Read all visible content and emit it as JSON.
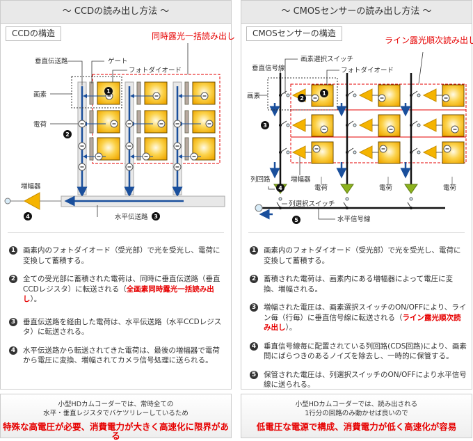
{
  "ccd": {
    "title": "～ CCDの読み出し方法 ～",
    "structure_label": "CCDの構造",
    "mode_label": "同時露光一括読み出し",
    "labels": {
      "vertical_transfer": "垂直伝送路",
      "gate": "ゲート",
      "photodiode": "フォトダイオード",
      "pixel": "画素",
      "charge": "電荷",
      "amplifier": "増幅器",
      "horizontal_transfer": "水平伝送路",
      "charge_sign": "−"
    },
    "markers": [
      "1",
      "2",
      "3",
      "4"
    ],
    "steps": [
      {
        "num": "1",
        "text": "画素内のフォトダイオード（受光部）で光を受光し、電荷に変換して蓄積する。",
        "highlight": "",
        "after": ""
      },
      {
        "num": "2",
        "text": "全ての受光部に蓄積された電荷は、同時に垂直伝送路（垂直CCDレジスタ）に転送される（",
        "highlight": "全画素同時露光一括読み出し",
        "after": "）。"
      },
      {
        "num": "3",
        "text": "垂直伝送路を経由した電荷は、水平伝送路（水平CCDレジスタ）に転送される。",
        "highlight": "",
        "after": ""
      },
      {
        "num": "4",
        "text": "水平伝送路から転送されてきた電荷は、最後の増幅器で電荷から電圧に変換、増幅されてカメラ信号処理に送られる。",
        "highlight": "",
        "after": ""
      }
    ],
    "summary": {
      "line1": "小型HDカムコーダーでは、常時全ての",
      "line2": "水平・垂直レジスタでバケツリレーしているため",
      "conclusion": "特殊な高電圧が必要、消費電力が大きく高速化に限界がある"
    }
  },
  "cmos": {
    "title": "～ CMOSセンサーの読み出し方法 ～",
    "structure_label": "CMOSセンサーの構造",
    "mode_label": "ライン露光順次読み出し",
    "labels": {
      "pixel_select_switch": "画素選択スイッチ",
      "vertical_signal_line": "垂直信号線",
      "photodiode": "フォトダイオード",
      "pixel": "画素",
      "amplifier": "増幅器",
      "column_circuit": "列回路",
      "charge": "電荷",
      "column_select_switch": "列選択スイッチ",
      "horizontal_signal_line": "水平信号線"
    },
    "markers": [
      "1",
      "2",
      "3",
      "4",
      "5"
    ],
    "steps": [
      {
        "num": "1",
        "text": "画素内のフォトダイオード（受光部）で光を受光し、電荷に変換して蓄積する。",
        "highlight": "",
        "after": ""
      },
      {
        "num": "2",
        "text": "蓄積された電荷は、画素内にある増幅器によって電圧に変換、増幅される。",
        "highlight": "",
        "after": ""
      },
      {
        "num": "3",
        "text": "増幅された電圧は、画素選択スイッチのON/OFFにより、ライン毎（行毎）に垂直信号線に転送される（",
        "highlight": "ライン露光順次読み出し",
        "after": "）。"
      },
      {
        "num": "4",
        "text": "垂直信号線毎に配置されている列回路(CDS回路)により、画素間にばらつきのあるノイズを除去し、一時的に保管する。",
        "highlight": "",
        "after": ""
      },
      {
        "num": "5",
        "text": "保管された電圧は、列選択スイッチのON/OFFにより水平信号線に送られる。",
        "highlight": "",
        "after": ""
      }
    ],
    "summary": {
      "line1": "小型HDカムコーダーでは、読み出される",
      "line2": "1行分の回路のみ動かせば良いので",
      "conclusion": "低電圧な電源で構成、消費電力が低く高速化が容易"
    }
  },
  "colors": {
    "accent_red": "#e60000",
    "photodiode": "#f5b400",
    "transfer_blue": "#1a4f9c",
    "column_green": "#8cb21e"
  }
}
